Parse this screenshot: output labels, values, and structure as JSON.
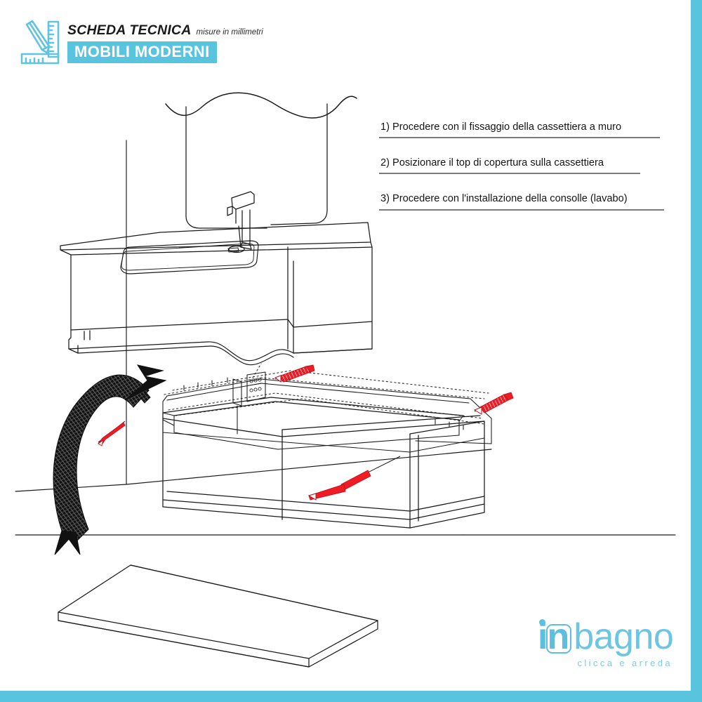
{
  "document": {
    "title_main": "SCHEDA TECNICA",
    "title_sub": "misure in millimetri",
    "title_band": "MOBILI MODERNI",
    "header_icon_name": "pencil-and-ruler-icon"
  },
  "theme": {
    "accent": "#58c4de",
    "logo_blue": "#6cc5e2",
    "line": "#1a1a1a",
    "rule": "#7a7a7a",
    "hardware_red": "#ee1c25"
  },
  "instructions": [
    {
      "number": "1)",
      "text": "1) Procedere con il fissaggio della cassettiera a muro"
    },
    {
      "number": "2)",
      "text": "2) Posizionare il top di copertura sulla cassettiera"
    },
    {
      "number": "3)",
      "text": "3) Procedere con l'installazione della consolle (lavabo)"
    }
  ],
  "diagram": {
    "label": "assembly-exploded-view",
    "parts": [
      {
        "name": "mirror",
        "description": "Specchio con bordo superiore ondulato"
      },
      {
        "name": "washbasin-console",
        "description": "Consolle lavabo con vasca integrata"
      },
      {
        "name": "faucet",
        "description": "Miscelatore monocomando"
      },
      {
        "name": "drawer-cabinet",
        "description": "Cassettiera sospesa"
      },
      {
        "name": "cover-top-panel",
        "description": "Top di copertura"
      },
      {
        "name": "wall-anchors",
        "description": "Tasselli di fissaggio a muro"
      },
      {
        "name": "mounting-rail-bracket",
        "description": "Staffa e binario di aggancio"
      },
      {
        "name": "rotation-arrow",
        "description": "Freccia di montaggio"
      }
    ]
  },
  "footer": {
    "logo_in": "in",
    "logo_bagno": "bagno",
    "logo_tagline": "clicca e arreda"
  }
}
